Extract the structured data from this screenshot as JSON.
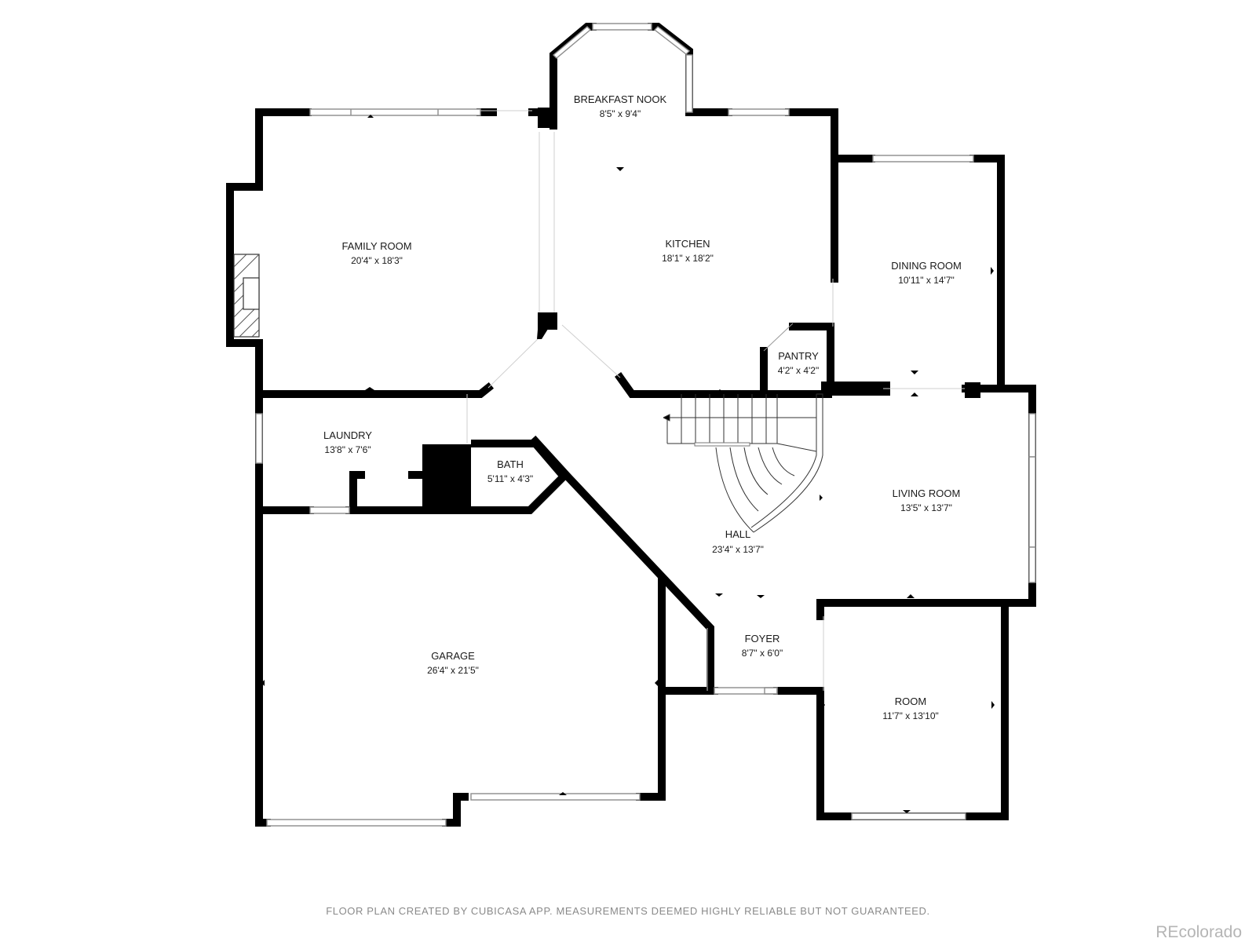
{
  "colors": {
    "wall": "#000000",
    "window": "#8c8c8c",
    "text": "#1a1a1a",
    "footer": "#8a8a8a",
    "brand": "#b5b5b5"
  },
  "rooms": {
    "breakfast_nook": {
      "name": "BREAKFAST NOOK",
      "dims": "8'5\" x 9'4\""
    },
    "family_room": {
      "name": "FAMILY ROOM",
      "dims": "20'4\" x 18'3\""
    },
    "kitchen": {
      "name": "KITCHEN",
      "dims": "18'1\" x 18'2\""
    },
    "dining_room": {
      "name": "DINING ROOM",
      "dims": "10'11\" x 14'7\""
    },
    "pantry": {
      "name": "PANTRY",
      "dims": "4'2\" x 4'2\""
    },
    "laundry": {
      "name": "LAUNDRY",
      "dims": "13'8\" x 7'6\""
    },
    "bath": {
      "name": "BATH",
      "dims": "5'11\" x 4'3\""
    },
    "living_room": {
      "name": "LIVING ROOM",
      "dims": "13'5\" x 13'7\""
    },
    "hall": {
      "name": "HALL",
      "dims": "23'4\" x 13'7\""
    },
    "foyer": {
      "name": "FOYER",
      "dims": "8'7\" x 6'0\""
    },
    "garage": {
      "name": "GARAGE",
      "dims": "26'4\" x 21'5\""
    },
    "room": {
      "name": "ROOM",
      "dims": "11'7\" x 13'10\""
    }
  },
  "footer": {
    "disclaimer": "FLOOR PLAN CREATED BY CUBICASA APP. MEASUREMENTS DEEMED HIGHLY RELIABLE BUT NOT GUARANTEED.",
    "brand": "REcolorado"
  }
}
